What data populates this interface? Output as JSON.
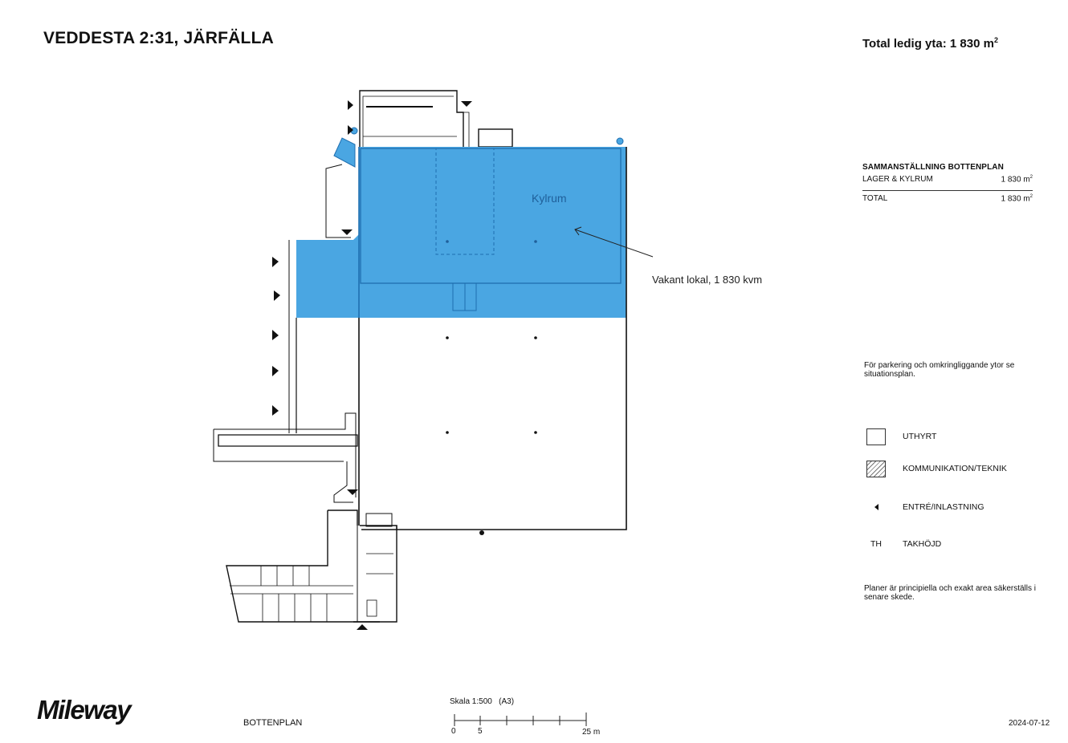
{
  "header": {
    "title": "VEDDESTA 2:31, JÄRFÄLLA",
    "total_free_area_label": "Total ledig yta: 1 830 m",
    "total_free_area_sup": "2"
  },
  "plan": {
    "room_label": "Kylrum",
    "callout_text": "Vakant lokal, 1 830 kvm",
    "highlight_color": "#4aa6e2",
    "highlight_border": "#1f6fb0"
  },
  "summary": {
    "heading": "SAMMANSTÄLLNING BOTTENPLAN",
    "rows": [
      {
        "label": "LAGER & KYLRUM",
        "value": "1 830 m",
        "sup": "2"
      }
    ],
    "total": {
      "label": "TOTAL",
      "value": "1 830 m",
      "sup": "2"
    }
  },
  "notes": {
    "parking": "För parkering och omkringliggande ytor se situationsplan.",
    "disclaimer": "Planer är principiella och exakt area säkerställs i senare skede."
  },
  "legend": {
    "items": [
      {
        "symbol": "plain-box",
        "label": "UTHYRT"
      },
      {
        "symbol": "hatched-box",
        "label": "KOMMUNIKATION/TEKNIK"
      },
      {
        "symbol": "triangle",
        "label": "ENTRÉ/INLASTNING"
      },
      {
        "symbol": "TH",
        "label": "TAKHÖJD"
      }
    ]
  },
  "footer": {
    "logo": "Mileway",
    "plan_name": "BOTTENPLAN",
    "scale_label": "Skala 1:500   (A3)",
    "scale_ticks": [
      "0",
      "5",
      "25 m"
    ],
    "date": "2024-07-12"
  }
}
